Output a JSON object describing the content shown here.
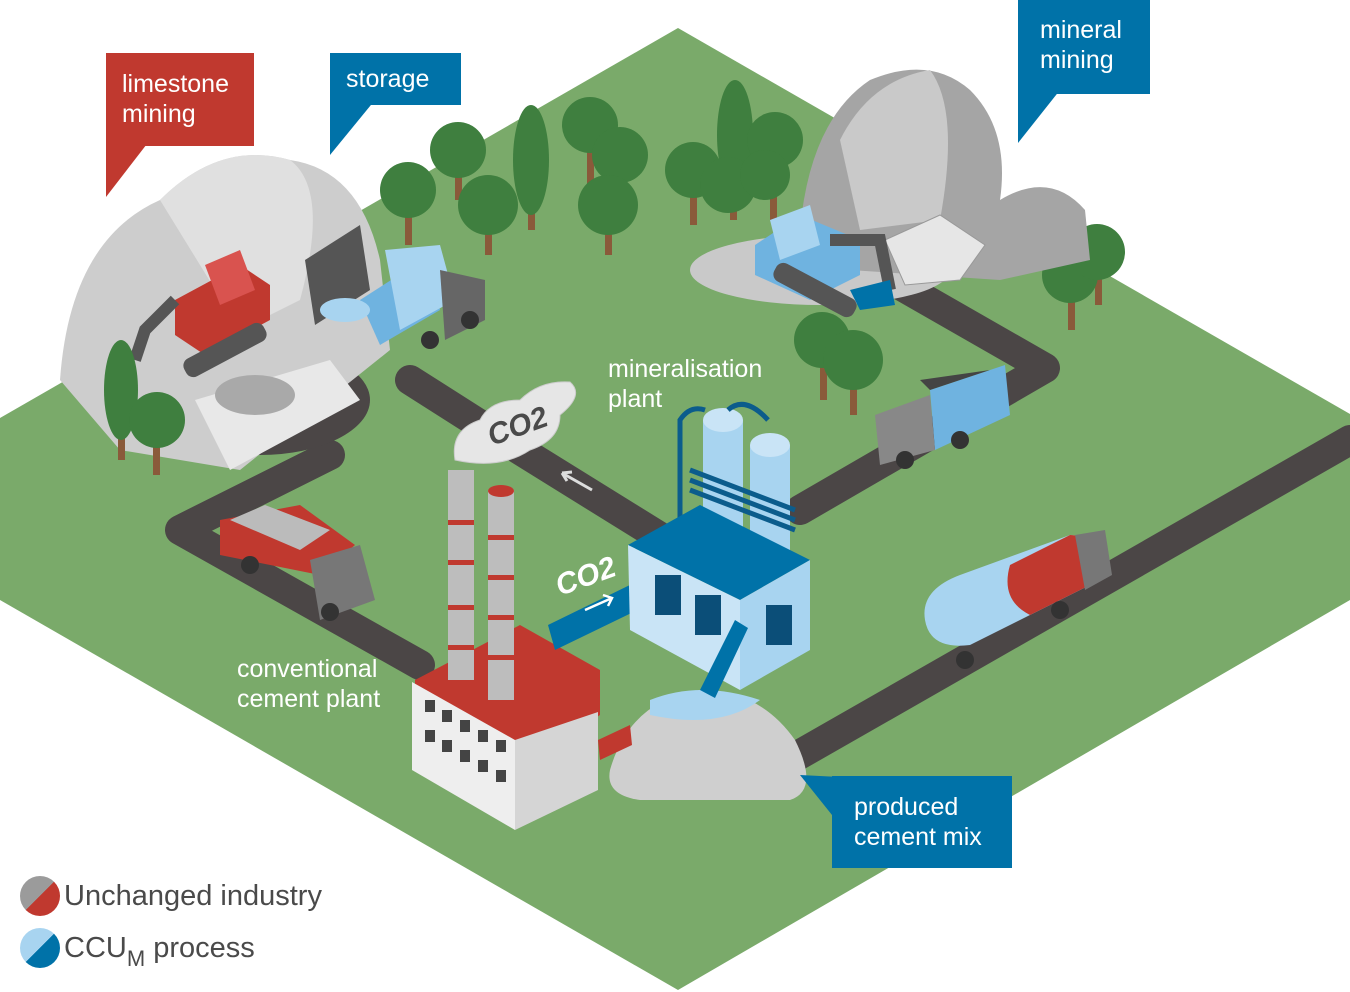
{
  "labels": {
    "limestone_mining": "limestone\nmining",
    "storage": "storage",
    "mineral_mining": "mineral\nmining",
    "mineralisation_plant": "mineralisation\nplant",
    "conventional_cement_plant": "conventional\ncement plant",
    "produced_cement_mix": "produced\ncement mix",
    "co2_cloud": "CO2",
    "co2_pipe": "CO2"
  },
  "legend": [
    {
      "label": "Unchanged industry",
      "colors": [
        "#9b9b9b",
        "#c0392f"
      ]
    },
    {
      "label_main": "CCU",
      "label_sub": "M",
      "label_rest": " process",
      "colors": [
        "#a8d4f0",
        "#0072a8"
      ]
    }
  ],
  "colors": {
    "grass": "#7aaa6a",
    "road": "#4b4646",
    "unchanged_red": "#c0392f",
    "ccu_blue": "#0072a8",
    "ccu_light_blue": "#a8d4f0",
    "rock_grey": "#c9c9c9"
  }
}
